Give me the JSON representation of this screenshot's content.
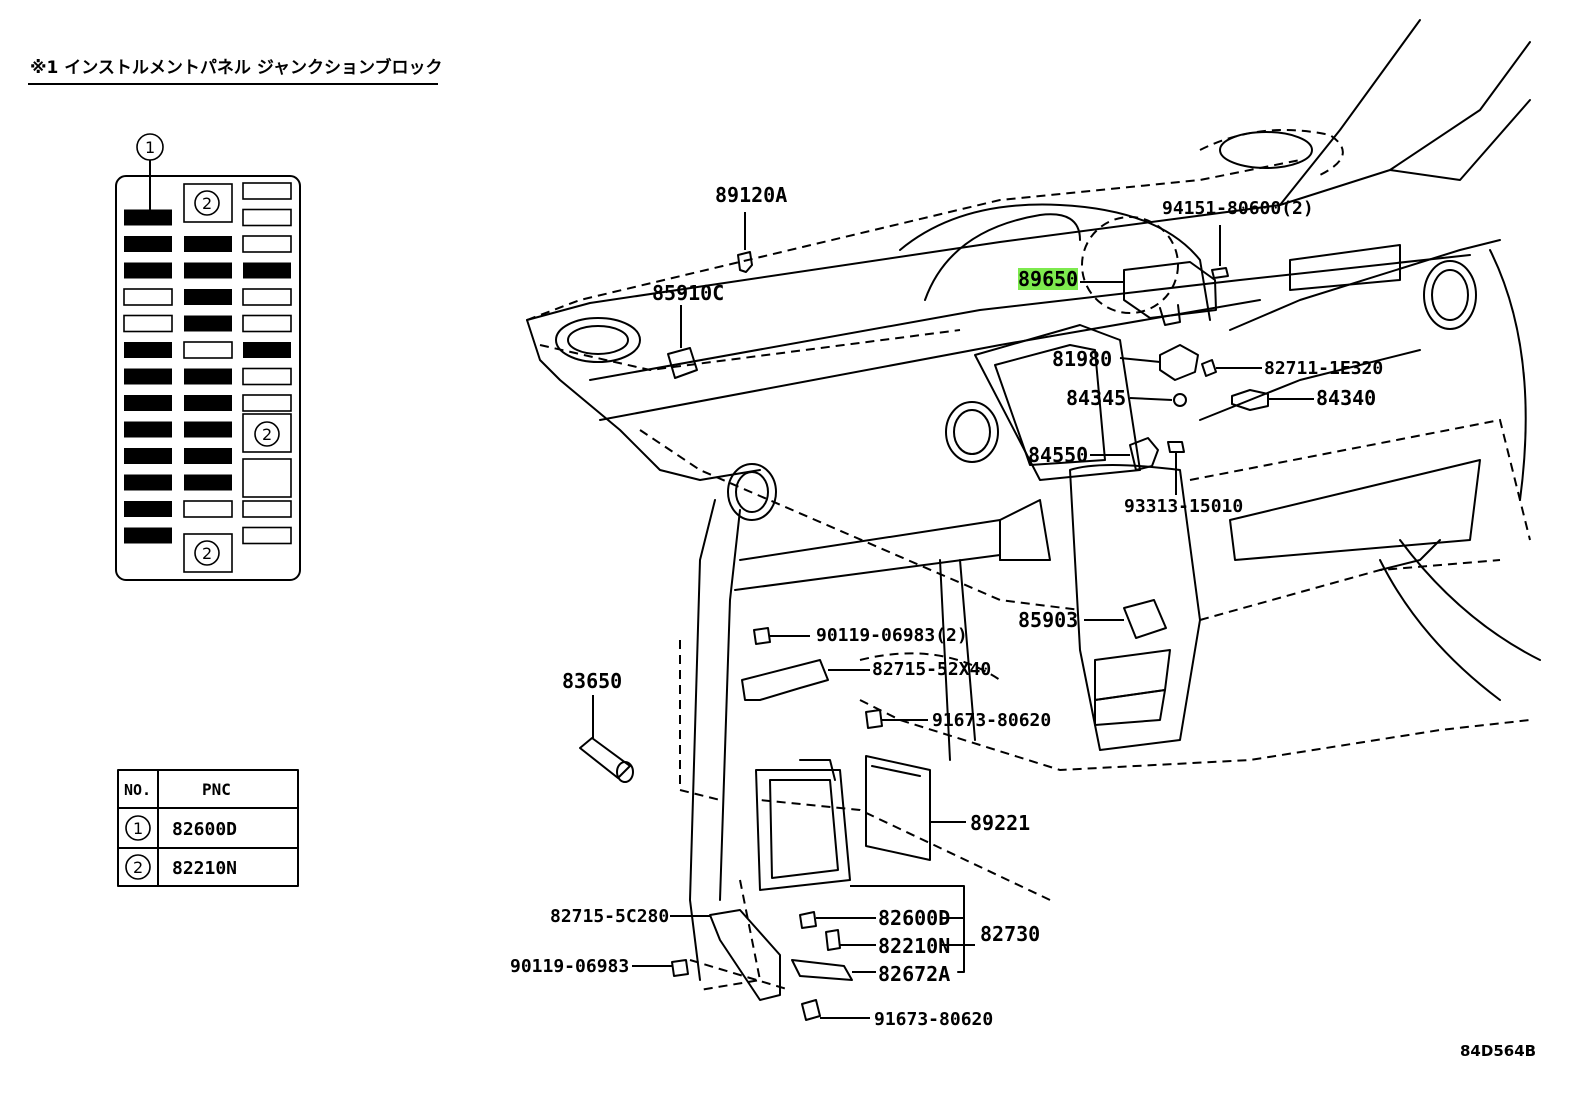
{
  "title": "※1 インストルメントパネル ジャンクションブロック",
  "diagram_code": "84D564B",
  "junction_block": {
    "circle_1": "1",
    "circle_2": "2"
  },
  "pnc_table": {
    "header_no": "NO.",
    "header_pnc": "PNC",
    "rows": [
      {
        "no": "1",
        "pnc": "82600D"
      },
      {
        "no": "2",
        "pnc": "82210N"
      }
    ]
  },
  "parts": {
    "p89120A": "89120A",
    "p85910C": "85910C",
    "p89650": "89650",
    "p94151": "94151-80600(2)",
    "p81980": "81980",
    "p82711": "82711-1E320",
    "p84345": "84345",
    "p84340": "84340",
    "p84550": "84550",
    "p93313": "93313-15010",
    "p85903": "85903",
    "p83650": "83650",
    "p90119a": "90119-06983(2)",
    "p82715a": "82715-52X40",
    "p91673a": "91673-80620",
    "p89221": "89221",
    "p82715b": "82715-5C280",
    "p82600D": "82600D",
    "p82210N": "82210N",
    "p82730": "82730",
    "p90119b": "90119-06983",
    "p82672A": "82672A",
    "p91673b": "91673-80620"
  },
  "highlight_color": "#7dea4e"
}
